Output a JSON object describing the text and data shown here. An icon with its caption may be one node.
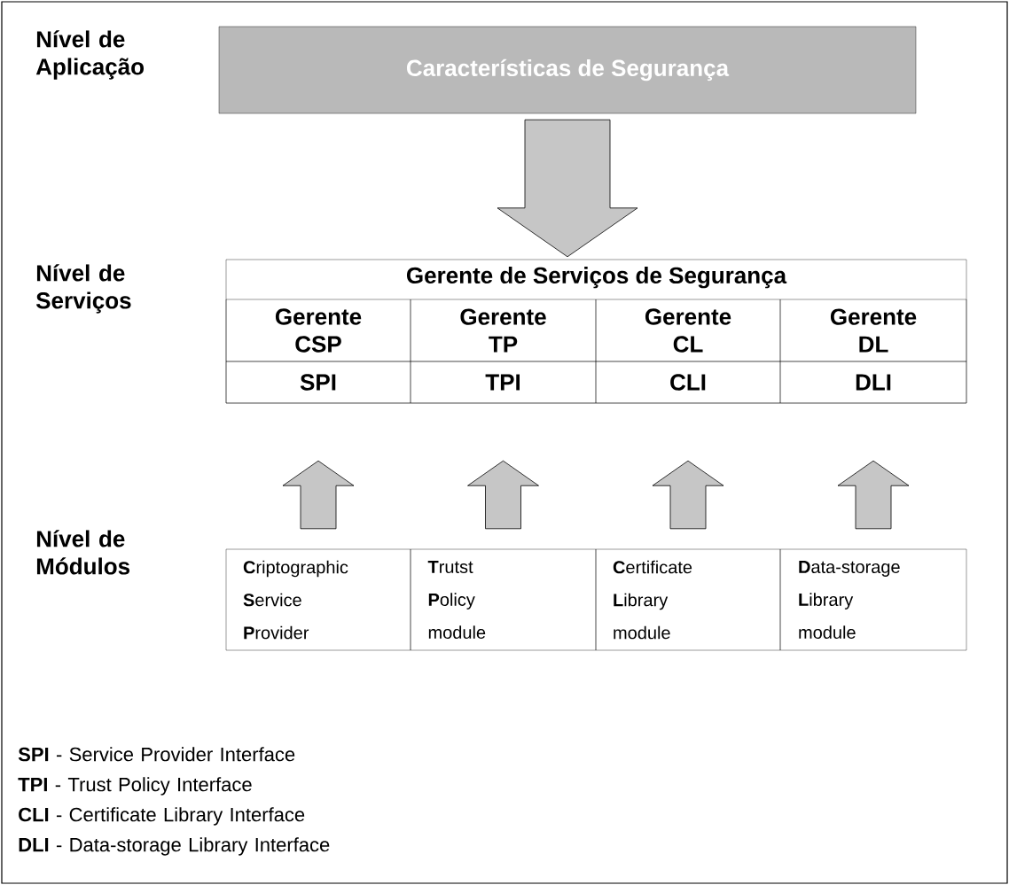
{
  "diagram": {
    "nodes": [
      {
        "text": [
          "Características de Segurança"
        ]
      },
      {
        "text": [
          "Gerente de Serviços de Segurança"
        ]
      },
      {
        "text": [
          "Gerente CSP"
        ],
        "in": 1
      },
      {
        "text": [
          "Gerente TP"
        ],
        "in": 1
      },
      {
        "text": [
          "Gerente CL"
        ],
        "in": 1
      },
      {
        "text": [
          "Gerente DL"
        ],
        "in": 1
      },
      {
        "text": [
          "SPI"
        ],
        "in": 1
      },
      {
        "text": [
          "TPI"
        ],
        "in": 1
      },
      {
        "text": [
          "CLI"
        ],
        "in": 1
      },
      {
        "text": [
          "DLI"
        ],
        "in": 1
      },
      {
        "text": [
          "**C**riptographic **S**ervice **P**rovider"
        ]
      },
      {
        "text": [
          "**T**rutst **P**olicy module"
        ]
      },
      {
        "text": [
          "**C**ertificate **L**ibrary module"
        ]
      },
      {
        "text": [
          "**D**ata-storage **L**ibrary module"
        ]
      }
    ],
    "edges": [
      {
        "from": 0,
        "to": 1,
        "arrow": "to"
      },
      {
        "from": 10,
        "to": 6,
        "arrow": "to"
      },
      {
        "from": 11,
        "to": 7,
        "arrow": "to"
      },
      {
        "from": 12,
        "to": 8,
        "arrow": "to"
      },
      {
        "from": 13,
        "to": 9,
        "arrow": "to"
      }
    ],
    "labels": [
      "Nível de Aplicação",
      "Nível de Serviços",
      "Nível de Módulos",
      "**SPI** - Service Provider Interface",
      "**TPI** - Trust Policy Interface",
      "**CLI** - Certificate Library Interface",
      "**DLI** - Data-storage Library Interface"
    ]
  }
}
